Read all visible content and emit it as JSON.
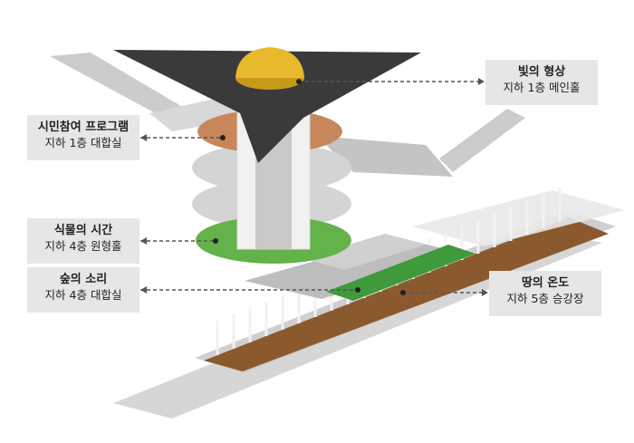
{
  "labels": [
    {
      "id": "light",
      "title": "빛의 형상",
      "subtitle": "지하 1층 메인홀"
    },
    {
      "id": "citizen",
      "title": "시민참여 프로그램",
      "subtitle": "지하 1층 대합실"
    },
    {
      "id": "plants",
      "title": "식물의 시간",
      "subtitle": "지하 4층 원형홀"
    },
    {
      "id": "forest",
      "title": "숲의 소리",
      "subtitle": "지하 4층 대합실"
    },
    {
      "id": "earth",
      "title": "땅의 온도",
      "subtitle": "지하 5층 승강장"
    }
  ],
  "colors": {
    "dome": "#e8b92c",
    "canopy": "#3a3a3a",
    "citizen_ring": "#c8875a",
    "plant_ring": "#63b24a",
    "platform_floor": "#8a5a2e",
    "green_zone": "#3f9a3c",
    "label_bg": "#e6e6e6",
    "leader": "#555555"
  }
}
